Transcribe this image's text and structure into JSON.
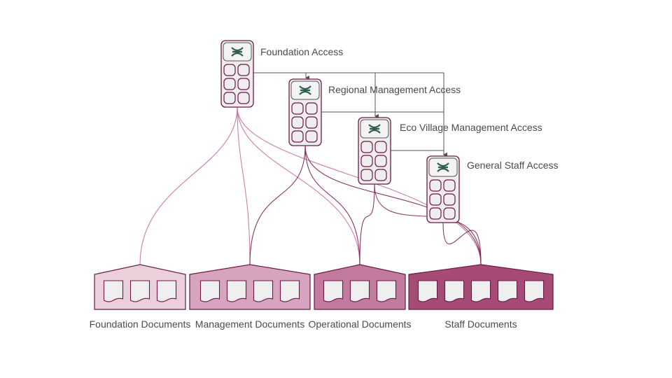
{
  "access_levels": [
    {
      "id": "foundation",
      "label": "Foundation Access"
    },
    {
      "id": "regional",
      "label": "Regional Management Access"
    },
    {
      "id": "ecovillage",
      "label": "Eco Village Management Access"
    },
    {
      "id": "staff",
      "label": "General Staff Access"
    }
  ],
  "document_groups": [
    {
      "id": "foundation",
      "label": "Foundation Documents",
      "doc_count": 3,
      "color": "#ebd0dc"
    },
    {
      "id": "management",
      "label": "Management Documents",
      "doc_count": 4,
      "color": "#d6a4be"
    },
    {
      "id": "operational",
      "label": "Operational Documents",
      "doc_count": 3,
      "color": "#c27a9e"
    },
    {
      "id": "staff",
      "label": "Staff Documents",
      "doc_count": 5,
      "color": "#a54b76"
    }
  ],
  "hierarchy_links": [
    {
      "from": "foundation",
      "to": "regional"
    },
    {
      "from": "foundation",
      "to": "ecovillage"
    },
    {
      "from": "foundation",
      "to": "staff"
    },
    {
      "from": "regional",
      "to": "ecovillage"
    },
    {
      "from": "regional",
      "to": "staff"
    },
    {
      "from": "ecovillage",
      "to": "staff"
    }
  ],
  "access_links": [
    {
      "from": "foundation",
      "to": "foundation"
    },
    {
      "from": "foundation",
      "to": "management"
    },
    {
      "from": "foundation",
      "to": "operational"
    },
    {
      "from": "foundation",
      "to": "staff"
    },
    {
      "from": "regional",
      "to": "management"
    },
    {
      "from": "regional",
      "to": "operational"
    },
    {
      "from": "regional",
      "to": "staff"
    },
    {
      "from": "ecovillage",
      "to": "operational"
    },
    {
      "from": "ecovillage",
      "to": "staff"
    },
    {
      "from": "staff",
      "to": "staff"
    }
  ],
  "colors": {
    "outline": "#6b1a45",
    "panel_fill": "#efeded",
    "icon": "#2f5e52",
    "hierarchy_line": "#555555",
    "link_light": "#c5719b",
    "link_dark": "#7d2456"
  }
}
